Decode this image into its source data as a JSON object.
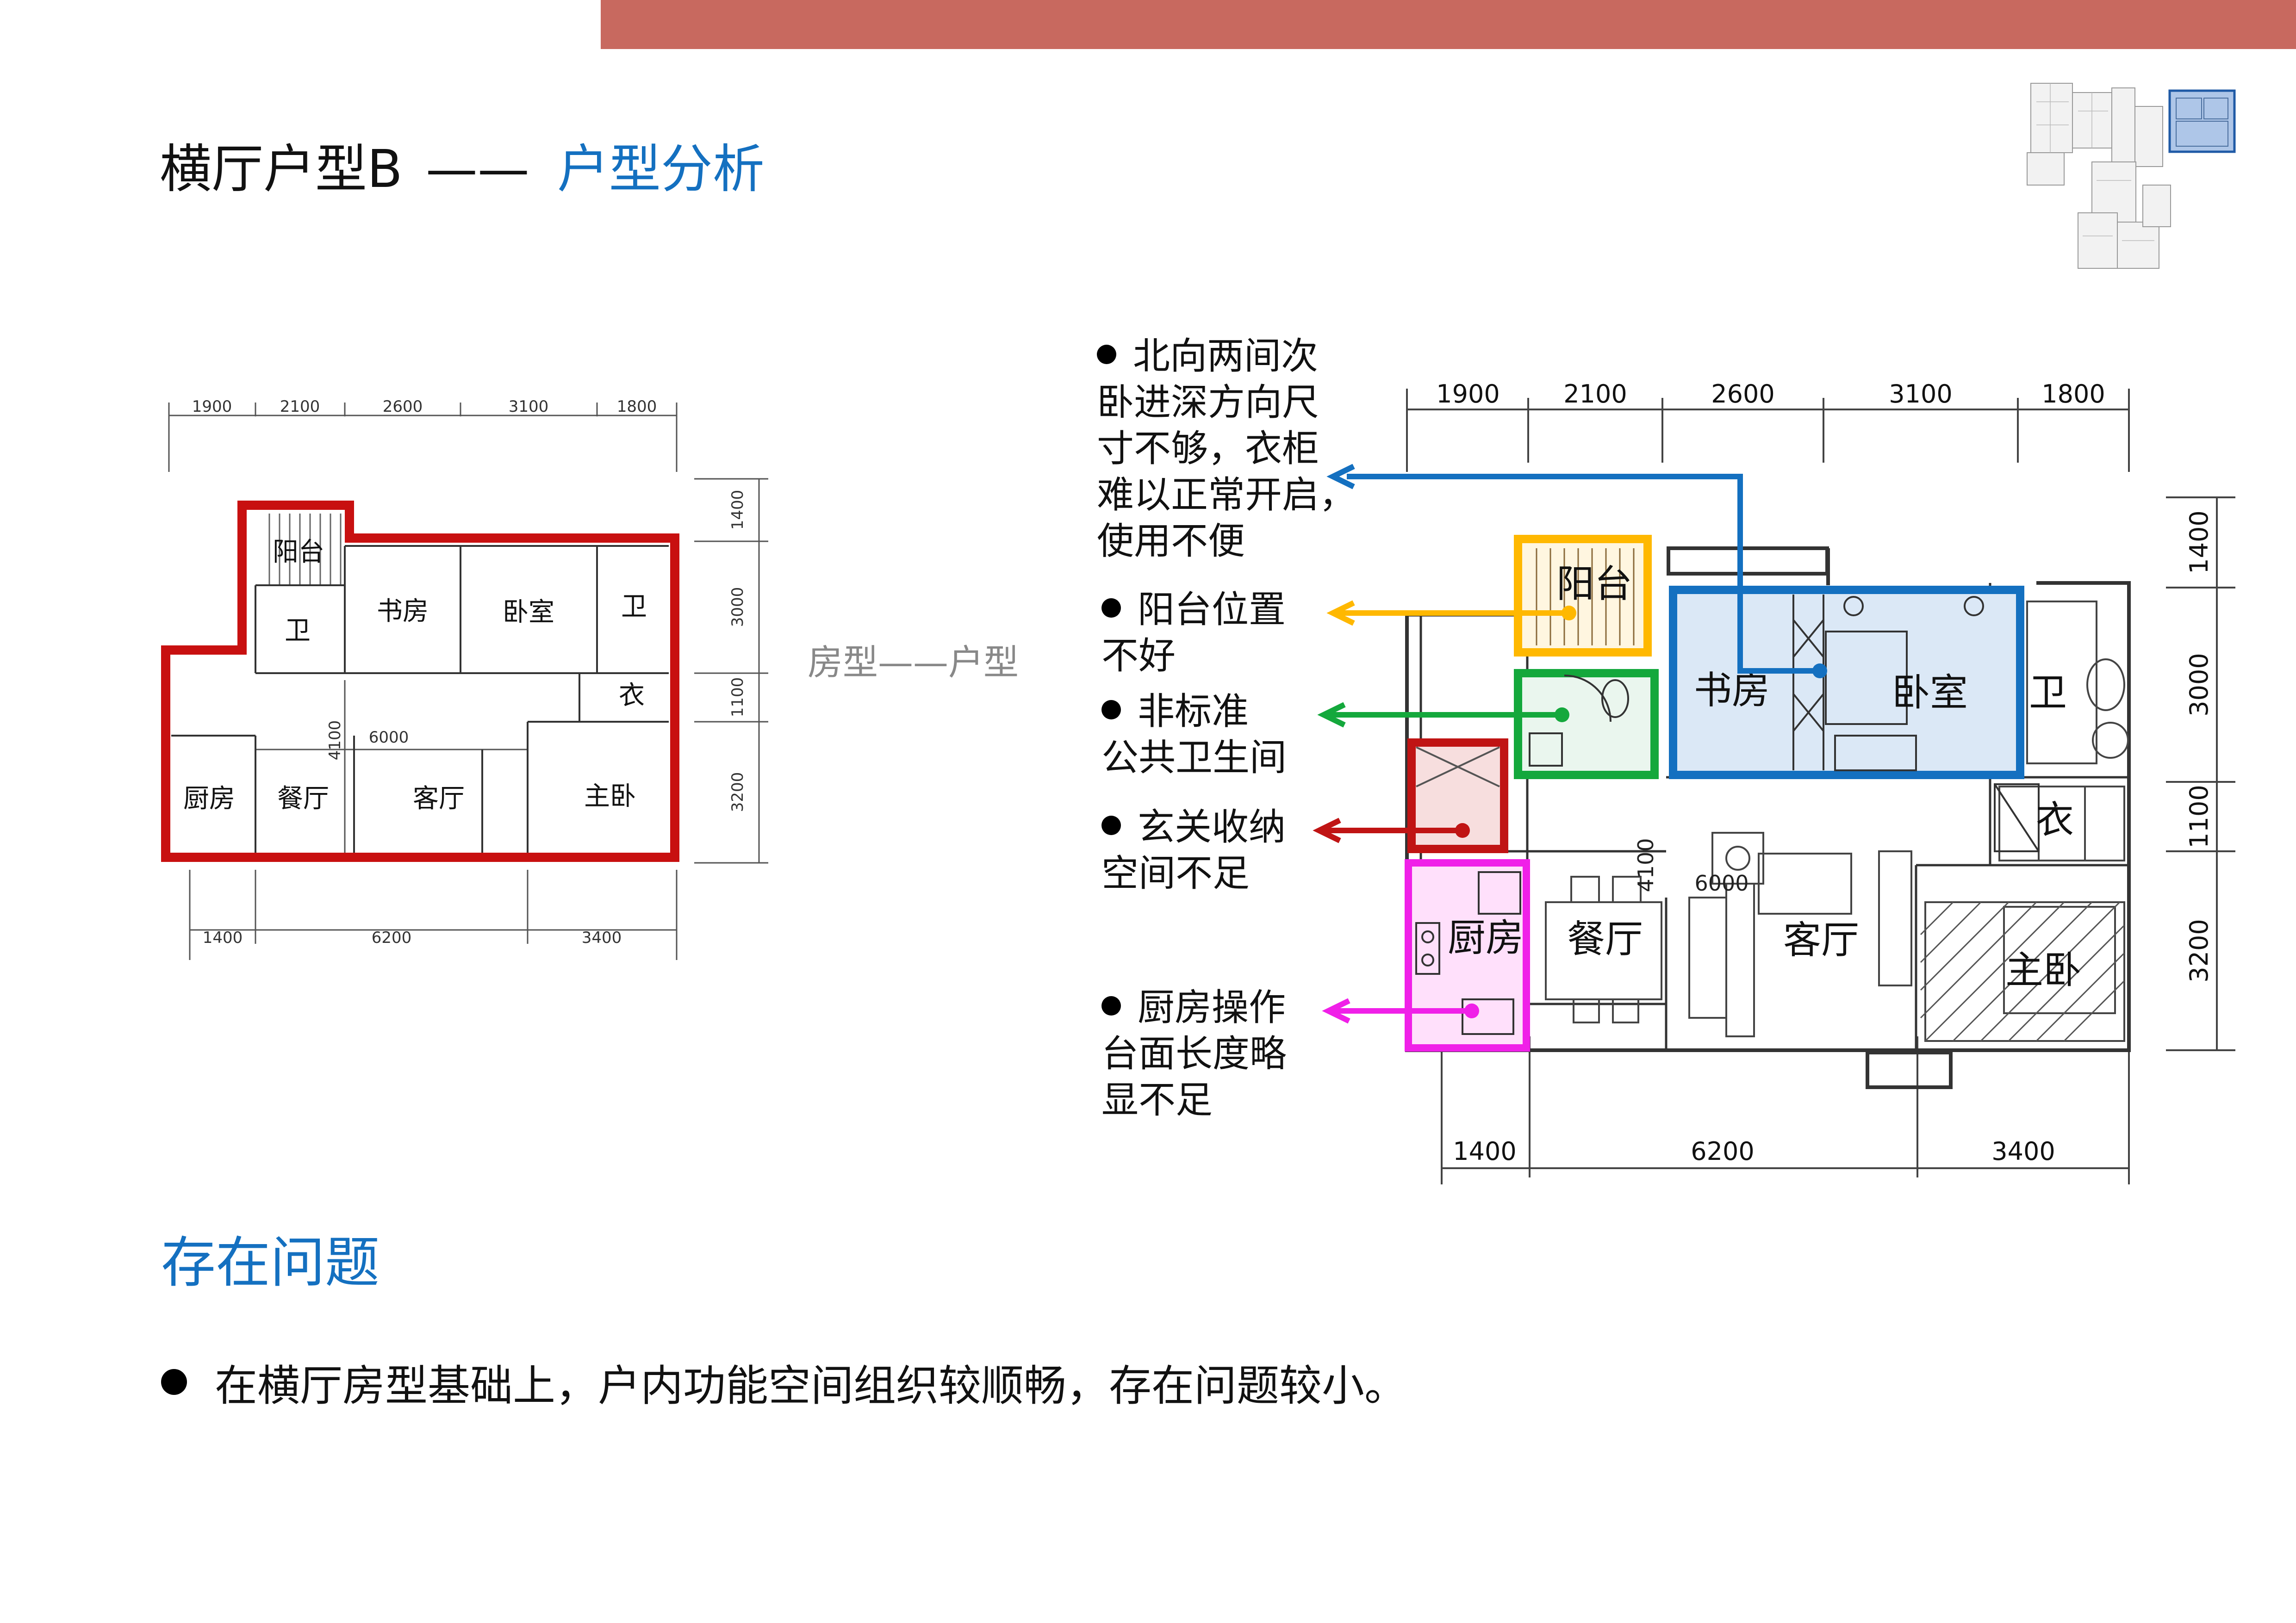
{
  "header": {
    "title_main": "横厅户型B",
    "title_dash": "——",
    "title_sub": "户型分析",
    "accent_color": "#1470c0",
    "bar_color": "#c8695f"
  },
  "simple_plan": {
    "top_dims": [
      "1900",
      "2100",
      "2600",
      "3100",
      "1800"
    ],
    "side_dims": [
      "1400",
      "3000",
      "1100",
      "3200"
    ],
    "bottom_dims": [
      "1400",
      "6200",
      "3400"
    ],
    "inner_dims": [
      "6000",
      "4100"
    ],
    "rooms": {
      "balcony": "阳台",
      "wc_a": "卫",
      "study": "书房",
      "bedroom": "卧室",
      "wc_b": "卫",
      "closet": "衣",
      "kitchen": "厨房",
      "dining": "餐厅",
      "living": "客厅",
      "master": "主卧"
    }
  },
  "transition_label": "房型——户型",
  "detail_plan": {
    "top_dims": [
      "1900",
      "2100",
      "2600",
      "3100",
      "1800"
    ],
    "side_dims": [
      "1400",
      "3000",
      "1100",
      "3200"
    ],
    "bottom_dims": [
      "1400",
      "6200",
      "3400"
    ],
    "inner_dims": [
      "6000",
      "4100"
    ],
    "rooms": {
      "balcony": "阳台",
      "study": "书房",
      "bedroom": "卧室",
      "wc": "卫",
      "closet": "衣",
      "kitchen": "厨房",
      "dining": "餐厅",
      "living": "客厅",
      "master": "主卧"
    },
    "highlight_colors": {
      "blue": "#1470c0",
      "yellow": "#ffb800",
      "green": "#14a83c",
      "red": "#c01414",
      "magenta": "#f020e8"
    }
  },
  "notes": [
    {
      "lines": [
        "北向两间次",
        "卧进深方向尺",
        "寸不够，衣柜",
        "难以正常开启，",
        "使用不便"
      ]
    },
    {
      "lines": [
        "阳台位置",
        "不好"
      ]
    },
    {
      "lines": [
        "非标准",
        "公共卫生间"
      ]
    },
    {
      "lines": [
        "玄关收纳",
        "空间不足"
      ]
    },
    {
      "lines": [
        "厨房操作",
        "台面长度略",
        "显不足"
      ]
    }
  ],
  "section": {
    "title": "存在问题",
    "bullet": "在横厅房型基础上，户内功能空间组织较顺畅，存在问题较小。"
  }
}
